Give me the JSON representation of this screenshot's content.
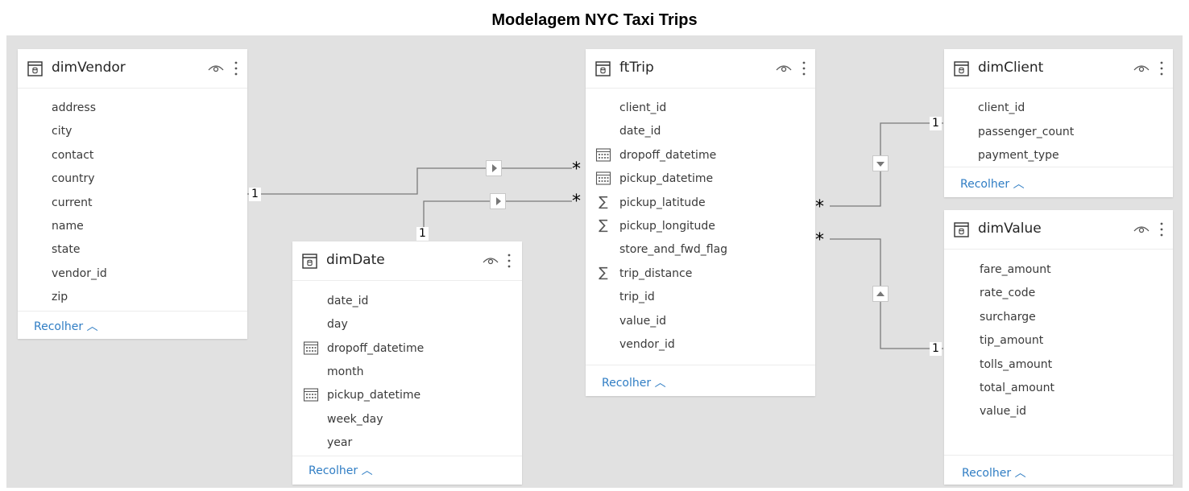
{
  "page": {
    "title": "Modelagem NYC Taxi Trips"
  },
  "colors": {
    "canvas": "#e1e1e1",
    "card": "#ffffff",
    "link": "#2f7dc4",
    "line": "#7a7a7a"
  },
  "tables": {
    "dimVendor": {
      "name": "dimVendor",
      "collapse_label": "Recolher",
      "fields": [
        {
          "name": "address",
          "icon": ""
        },
        {
          "name": "city",
          "icon": ""
        },
        {
          "name": "contact",
          "icon": ""
        },
        {
          "name": "country",
          "icon": ""
        },
        {
          "name": "current",
          "icon": ""
        },
        {
          "name": "name",
          "icon": ""
        },
        {
          "name": "state",
          "icon": ""
        },
        {
          "name": "vendor_id",
          "icon": ""
        },
        {
          "name": "zip",
          "icon": ""
        }
      ]
    },
    "dimDate": {
      "name": "dimDate",
      "collapse_label": "Recolher",
      "fields": [
        {
          "name": "date_id",
          "icon": ""
        },
        {
          "name": "day",
          "icon": ""
        },
        {
          "name": "dropoff_datetime",
          "icon": "calendar-icon"
        },
        {
          "name": "month",
          "icon": ""
        },
        {
          "name": "pickup_datetime",
          "icon": "calendar-icon"
        },
        {
          "name": "week_day",
          "icon": ""
        },
        {
          "name": "year",
          "icon": ""
        }
      ]
    },
    "ftTrip": {
      "name": "ftTrip",
      "collapse_label": "Recolher",
      "fields": [
        {
          "name": "client_id",
          "icon": ""
        },
        {
          "name": "date_id",
          "icon": ""
        },
        {
          "name": "dropoff_datetime",
          "icon": "calendar-icon"
        },
        {
          "name": "pickup_datetime",
          "icon": "calendar-icon"
        },
        {
          "name": "pickup_latitude",
          "icon": "sigma-icon"
        },
        {
          "name": "pickup_longitude",
          "icon": "sigma-icon"
        },
        {
          "name": "store_and_fwd_flag",
          "icon": ""
        },
        {
          "name": "trip_distance",
          "icon": "sigma-icon"
        },
        {
          "name": "trip_id",
          "icon": ""
        },
        {
          "name": "value_id",
          "icon": ""
        },
        {
          "name": "vendor_id",
          "icon": ""
        }
      ]
    },
    "dimClient": {
      "name": "dimClient",
      "collapse_label": "Recolher",
      "fields": [
        {
          "name": "client_id",
          "icon": ""
        },
        {
          "name": "passenger_count",
          "icon": ""
        },
        {
          "name": "payment_type",
          "icon": ""
        }
      ]
    },
    "dimValue": {
      "name": "dimValue",
      "collapse_label": "Recolher",
      "fields": [
        {
          "name": "fare_amount",
          "icon": ""
        },
        {
          "name": "rate_code",
          "icon": ""
        },
        {
          "name": "surcharge",
          "icon": ""
        },
        {
          "name": "tip_amount",
          "icon": ""
        },
        {
          "name": "tolls_amount",
          "icon": ""
        },
        {
          "name": "total_amount",
          "icon": ""
        },
        {
          "name": "value_id",
          "icon": ""
        }
      ]
    }
  },
  "relationships": [
    {
      "from": "dimVendor",
      "to": "ftTrip",
      "one": "1",
      "many": "*",
      "direction": "right-arrow-icon"
    },
    {
      "from": "dimDate",
      "to": "ftTrip",
      "one": "1",
      "many": "*",
      "direction": "right-arrow-icon"
    },
    {
      "from": "dimClient",
      "to": "ftTrip",
      "one": "1",
      "many": "*",
      "direction": "down-arrow-icon"
    },
    {
      "from": "dimValue",
      "to": "ftTrip",
      "one": "1",
      "many": "*",
      "direction": "up-arrow-icon"
    }
  ]
}
